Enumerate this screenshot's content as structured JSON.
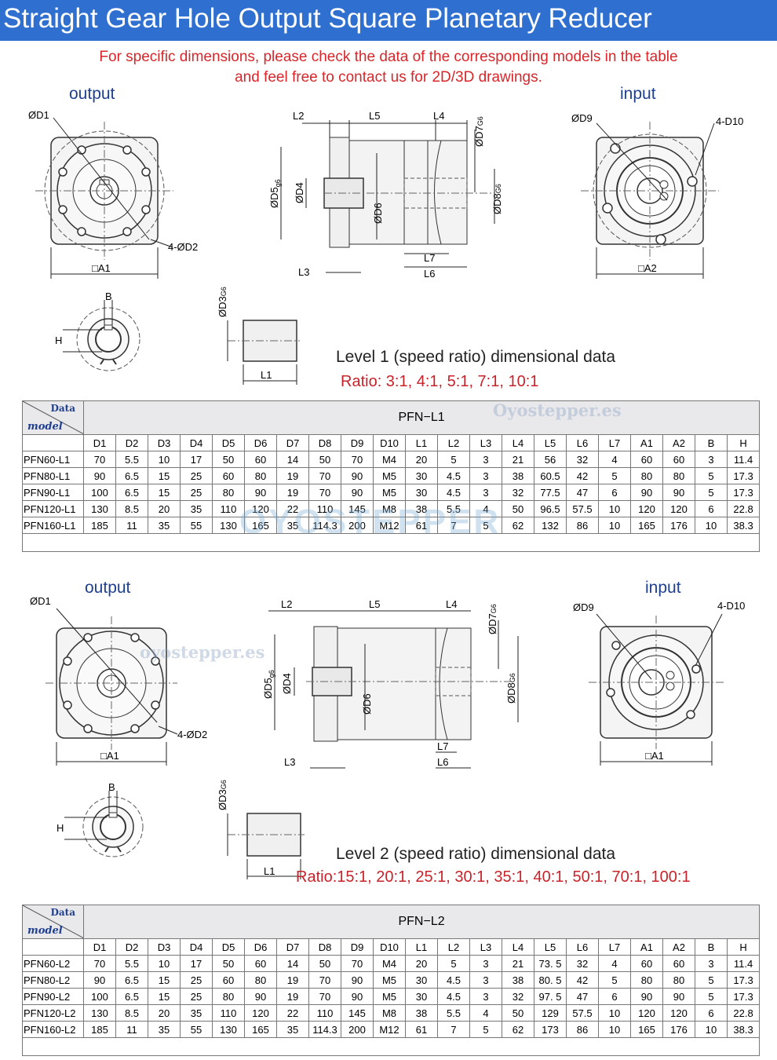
{
  "title": "Straight Gear Hole Output Square Planetary Reducer",
  "notice": {
    "line1": "For specific dimensions, please check the data of the corresponding models in the table",
    "line2": "and feel free to contact us for 2D/3D drawings."
  },
  "watermarks": {
    "site": "Oyostepper.es",
    "site_lower": "oyostepper.es",
    "brand": "OYOSTEPPER"
  },
  "drawing_labels": {
    "output": "output",
    "input": "input",
    "D1": "ØD1",
    "D2": "4-ØD2",
    "A1": "□A1",
    "A2": "□A2",
    "D9": "ØD9",
    "D10": "4-D10",
    "L1": "L1",
    "L2": "L2",
    "L3": "L3",
    "L4": "L4",
    "L5": "L5",
    "L6": "L6",
    "L7": "L7",
    "D4": "ØD4",
    "D6": "ØD6",
    "B": "B",
    "H": "H",
    "D5": "ØD5",
    "D5sub": "g6",
    "D7": "ØD7",
    "D7sub": "G6",
    "D8": "ØD8",
    "D8sub": "G6",
    "D3": "ØD3",
    "D3sub": "G6"
  },
  "level1": {
    "title": "Level 1 (speed ratio) dimensional data",
    "ratio": "Ratio: 3:1,  4:1,  5:1,  7:1,  10:1",
    "corner_data": "Data",
    "corner_model": "model",
    "series": "PFN−L1",
    "columns": [
      "D1",
      "D2",
      "D3",
      "D4",
      "D5",
      "D6",
      "D7",
      "D8",
      "D9",
      "D10",
      "L1",
      "L2",
      "L3",
      "L4",
      "L5",
      "L6",
      "L7",
      "A1",
      "A2",
      "B",
      "H"
    ],
    "rows": [
      [
        "PFN60-L1",
        "70",
        "5.5",
        "10",
        "17",
        "50",
        "60",
        "14",
        "50",
        "70",
        "M4",
        "20",
        "5",
        "3",
        "21",
        "56",
        "32",
        "4",
        "60",
        "60",
        "3",
        "11.4"
      ],
      [
        "PFN80-L1",
        "90",
        "6.5",
        "15",
        "25",
        "60",
        "80",
        "19",
        "70",
        "90",
        "M5",
        "30",
        "4.5",
        "3",
        "38",
        "60.5",
        "42",
        "5",
        "80",
        "80",
        "5",
        "17.3"
      ],
      [
        "PFN90-L1",
        "100",
        "6.5",
        "15",
        "25",
        "80",
        "90",
        "19",
        "70",
        "90",
        "M5",
        "30",
        "4.5",
        "3",
        "32",
        "77.5",
        "47",
        "6",
        "90",
        "90",
        "5",
        "17.3"
      ],
      [
        "PFN120-L1",
        "130",
        "8.5",
        "20",
        "35",
        "110",
        "120",
        "22",
        "110",
        "145",
        "M8",
        "38",
        "5.5",
        "4",
        "50",
        "96.5",
        "57.5",
        "10",
        "120",
        "120",
        "6",
        "22.8"
      ],
      [
        "PFN160-L1",
        "185",
        "11",
        "35",
        "55",
        "130",
        "165",
        "35",
        "114.3",
        "200",
        "M12",
        "61",
        "7",
        "5",
        "62",
        "132",
        "86",
        "10",
        "165",
        "176",
        "10",
        "38.3"
      ]
    ]
  },
  "level2": {
    "title": "Level 2 (speed ratio) dimensional data",
    "ratio": "Ratio:15:1, 20:1, 25:1, 30:1, 35:1, 40:1, 50:1, 70:1, 100:1",
    "corner_data": "Data",
    "corner_model": "model",
    "series": "PFN−L2",
    "columns": [
      "D1",
      "D2",
      "D3",
      "D4",
      "D5",
      "D6",
      "D7",
      "D8",
      "D9",
      "D10",
      "L1",
      "L2",
      "L3",
      "L4",
      "L5",
      "L6",
      "L7",
      "A1",
      "A2",
      "B",
      "H"
    ],
    "rows": [
      [
        "PFN60-L2",
        "70",
        "5.5",
        "10",
        "17",
        "50",
        "60",
        "14",
        "50",
        "70",
        "M4",
        "20",
        "5",
        "3",
        "21",
        "73. 5",
        "32",
        "4",
        "60",
        "60",
        "3",
        "11.4"
      ],
      [
        "PFN80-L2",
        "90",
        "6.5",
        "15",
        "25",
        "60",
        "80",
        "19",
        "70",
        "90",
        "M5",
        "30",
        "4.5",
        "3",
        "38",
        "80. 5",
        "42",
        "5",
        "80",
        "80",
        "5",
        "17.3"
      ],
      [
        "PFN90-L2",
        "100",
        "6.5",
        "15",
        "25",
        "80",
        "90",
        "19",
        "70",
        "90",
        "M5",
        "30",
        "4.5",
        "3",
        "32",
        "97. 5",
        "47",
        "6",
        "90",
        "90",
        "5",
        "17.3"
      ],
      [
        "PFN120-L2",
        "130",
        "8.5",
        "20",
        "35",
        "110",
        "120",
        "22",
        "110",
        "145",
        "M8",
        "38",
        "5.5",
        "4",
        "50",
        "129",
        "57.5",
        "10",
        "120",
        "120",
        "6",
        "22.8"
      ],
      [
        "PFN160-L2",
        "185",
        "11",
        "35",
        "55",
        "130",
        "165",
        "35",
        "114.3",
        "200",
        "M12",
        "61",
        "7",
        "5",
        "62",
        "173",
        "86",
        "10",
        "165",
        "176",
        "10",
        "38.3"
      ]
    ]
  }
}
